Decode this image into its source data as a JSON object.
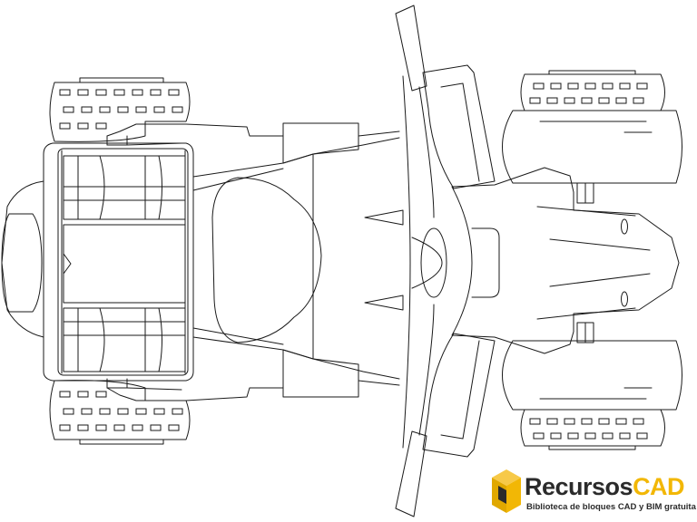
{
  "watermark": {
    "brand_part1": "Recursos",
    "brand_part2": "CAD",
    "tagline": "Biblioteca de bloques CAD y BIM gratuita",
    "colors": {
      "accent": "#f2b705",
      "dark": "#2b2b2b"
    },
    "icon": "cube-logo-icon"
  },
  "drawing": {
    "subject": "atv-quad-top-view",
    "line_color": "#1a1a1a",
    "background": "#ffffff"
  }
}
